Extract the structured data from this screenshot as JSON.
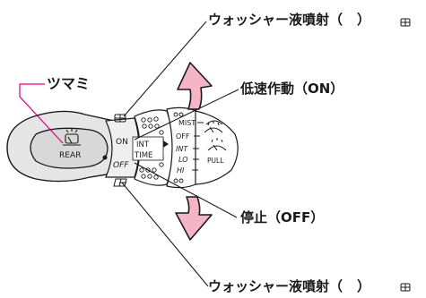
{
  "callouts": {
    "tsumami": "ツマミ",
    "washer_top": "ウォッシャー液噴射（",
    "washer_top_close": "）",
    "low_speed": "低速作動（ON）",
    "stop": "停止（OFF）",
    "washer_bottom": "ウォッシャー液噴射（",
    "washer_bottom_close": "）"
  },
  "knob": {
    "label": "REAR",
    "positions": [
      "ON",
      "OFF"
    ],
    "int_time": [
      "INT",
      "TIME"
    ]
  },
  "front_wiper": {
    "positions": [
      "MIST",
      "OFF",
      "INT",
      "LO",
      "HI"
    ],
    "pull": "PULL"
  },
  "colors": {
    "arrow_fill": "#f5b5c6",
    "arrow_stroke": "#1a1a1a",
    "lever_fill": "#e6e6e6",
    "knob_fill": "#d8d8d8",
    "leader_magenta": "#e0007a"
  },
  "icons": [
    "rear-washer-icon",
    "rear-wiper-icon",
    "front-washer-icon",
    "up-arrow-icon",
    "down-arrow-icon"
  ]
}
